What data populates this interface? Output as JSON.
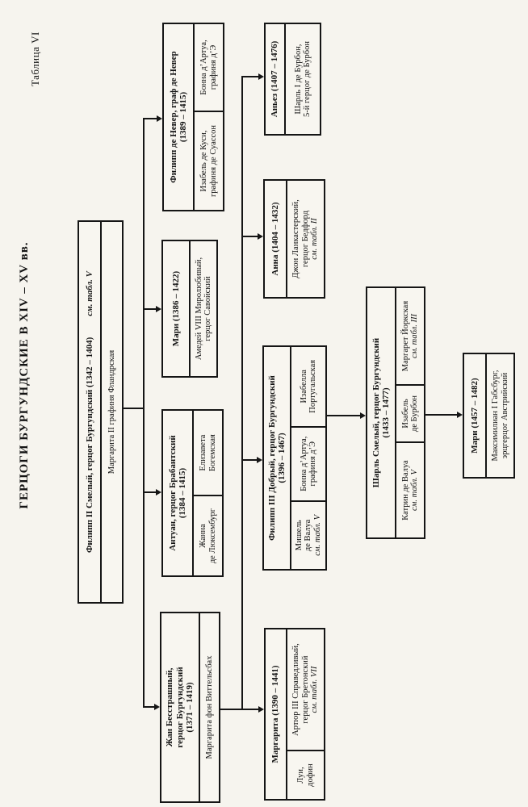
{
  "page": {
    "table_label": "Таблица VI",
    "title": "ГЕРЦОГИ БУРГУНДСКИЕ В XIV – XV вв."
  },
  "tree": {
    "philippe2": {
      "name": "Филипп II Смелый, герцог Бургундский (1342 – 1404)",
      "ref": "см. табл. V",
      "spouse": "Маргарита II графиня Фландрская"
    },
    "jean": {
      "name1": "Жан Бесстрашный,",
      "name2": "герцог Бургундский",
      "dates": "(1371 – 1419)",
      "spouse": "Маргарита фон Виттельсбах"
    },
    "antoine": {
      "name1": "Антуан, герцог Брабантский",
      "dates": "(1384 – 1415)",
      "spouse1a": "Жанна",
      "spouse1b": "де Люксембург",
      "spouse2a": "Елизавета",
      "spouse2b": "Богемская"
    },
    "marie1386": {
      "name": "Мари (1386 – 1422)",
      "spouse1": "Амедей VIII Миролюбивый,",
      "spouse2": "герцог Савойский"
    },
    "philippe_nevers": {
      "name1": "Филипп де Невер, граф де Невер",
      "dates": "(1389 – 1415)",
      "spouse1a": "Изабель де Куси,",
      "spouse1b": "графиня де Суассон",
      "spouse2a": "Бонна д’Артуа,",
      "spouse2b": "графиня д’Э"
    },
    "marguerite1390": {
      "name": "Маргарита (1390 – 1441)",
      "spouse1a": "Луи,",
      "spouse1b": "дофин",
      "spouse2a": "Артюр III Справедливый,",
      "spouse2b": "герцог Бретонский",
      "spouse2ref": "см. табл. VII"
    },
    "philippe3": {
      "name1": "Филипп III Добрый, герцог Бургундский",
      "dates": "(1396 – 1467)",
      "spouse1a": "Мишель",
      "spouse1b": "де Валуа",
      "spouse1ref": "см. табл. V",
      "spouse2a": "Бонна д’Артуа,",
      "spouse2b": "графиня д’Э",
      "spouse3a": "Изабелла",
      "spouse3b": "Португальская"
    },
    "anna": {
      "name": "Анна (1404 – 1432)",
      "spouse1": "Джон Ланкастерский,",
      "spouse2": "герцог Бедфорд",
      "spouseref": "см. табл. II"
    },
    "agnes": {
      "name": "Аньез (1407 – 1476)",
      "spouse1": "Шарль I де Бурбон,",
      "spouse2": "5-й герцог де Бурбон"
    },
    "charles": {
      "name1": "Шарль Смелый, герцог Бургундский",
      "dates": "(1433 – 1477)",
      "spouse1a": "Катрин де Валуа",
      "spouse1ref": "см. табл. V",
      "spouse2a": "Изабель",
      "spouse2b": "де Бурбон",
      "spouse3a": "Маргарет Йоркская",
      "spouse3ref": "см. табл. III"
    },
    "marie1457": {
      "name": "Мари (1457 – 1482)",
      "spouse1": "Максимилиан I Габсбург,",
      "spouse2": "эрцгерцог Австрийский"
    }
  }
}
